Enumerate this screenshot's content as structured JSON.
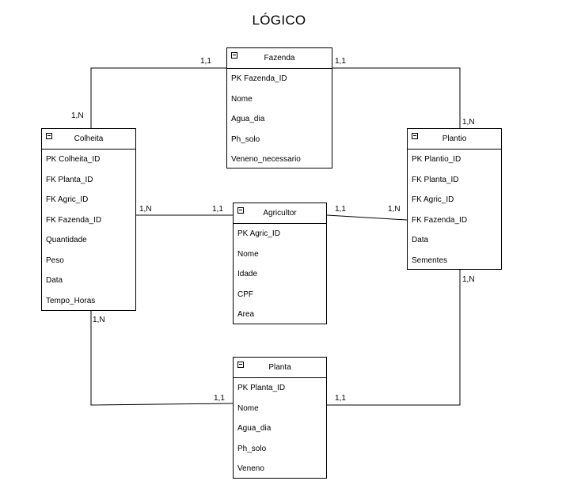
{
  "title": "LÓGICO",
  "entities": {
    "fazenda": {
      "name": "Fazenda",
      "attributes": [
        "PK Fazenda_ID",
        "Nome",
        "Agua_dia",
        "Ph_solo",
        "Veneno_necessario"
      ]
    },
    "colheita": {
      "name": "Colheita",
      "attributes": [
        "PK Colheita_ID",
        "FK Planta_ID",
        "FK Agric_ID",
        "FK Fazenda_ID",
        "Quantidade",
        "Peso",
        "Data",
        "Tempo_Horas"
      ]
    },
    "plantio": {
      "name": "Plantio",
      "attributes": [
        "PK Plantio_ID",
        "FK Planta_ID",
        "FK Agric_ID",
        "FK Fazenda_ID",
        "Data",
        "Sementes"
      ]
    },
    "agricultor": {
      "name": "Agricultor",
      "attributes": [
        "PK Agric_ID",
        "Nome",
        "Idade",
        "CPF",
        "Area"
      ]
    },
    "planta": {
      "name": "Planta",
      "attributes": [
        "PK Planta_ID",
        "Nome",
        "Agua_dia",
        "Ph_solo",
        "Veneno"
      ]
    }
  },
  "cardinalities": {
    "fazenda_colheita_fazenda_side": "1,1",
    "fazenda_colheita_colheita_side": "1,N",
    "fazenda_plantio_fazenda_side": "1,1",
    "fazenda_plantio_plantio_side": "1,N",
    "agricultor_colheita_colheita_side": "1,N",
    "agricultor_colheita_agricultor_side": "1,1",
    "agricultor_plantio_agricultor_side": "1,1",
    "agricultor_plantio_plantio_side": "1,N",
    "planta_colheita_colheita_side": "1,N",
    "planta_colheita_planta_side": "1,1",
    "planta_plantio_plantio_side": "1,N",
    "planta_plantio_planta_side": "1,1"
  }
}
